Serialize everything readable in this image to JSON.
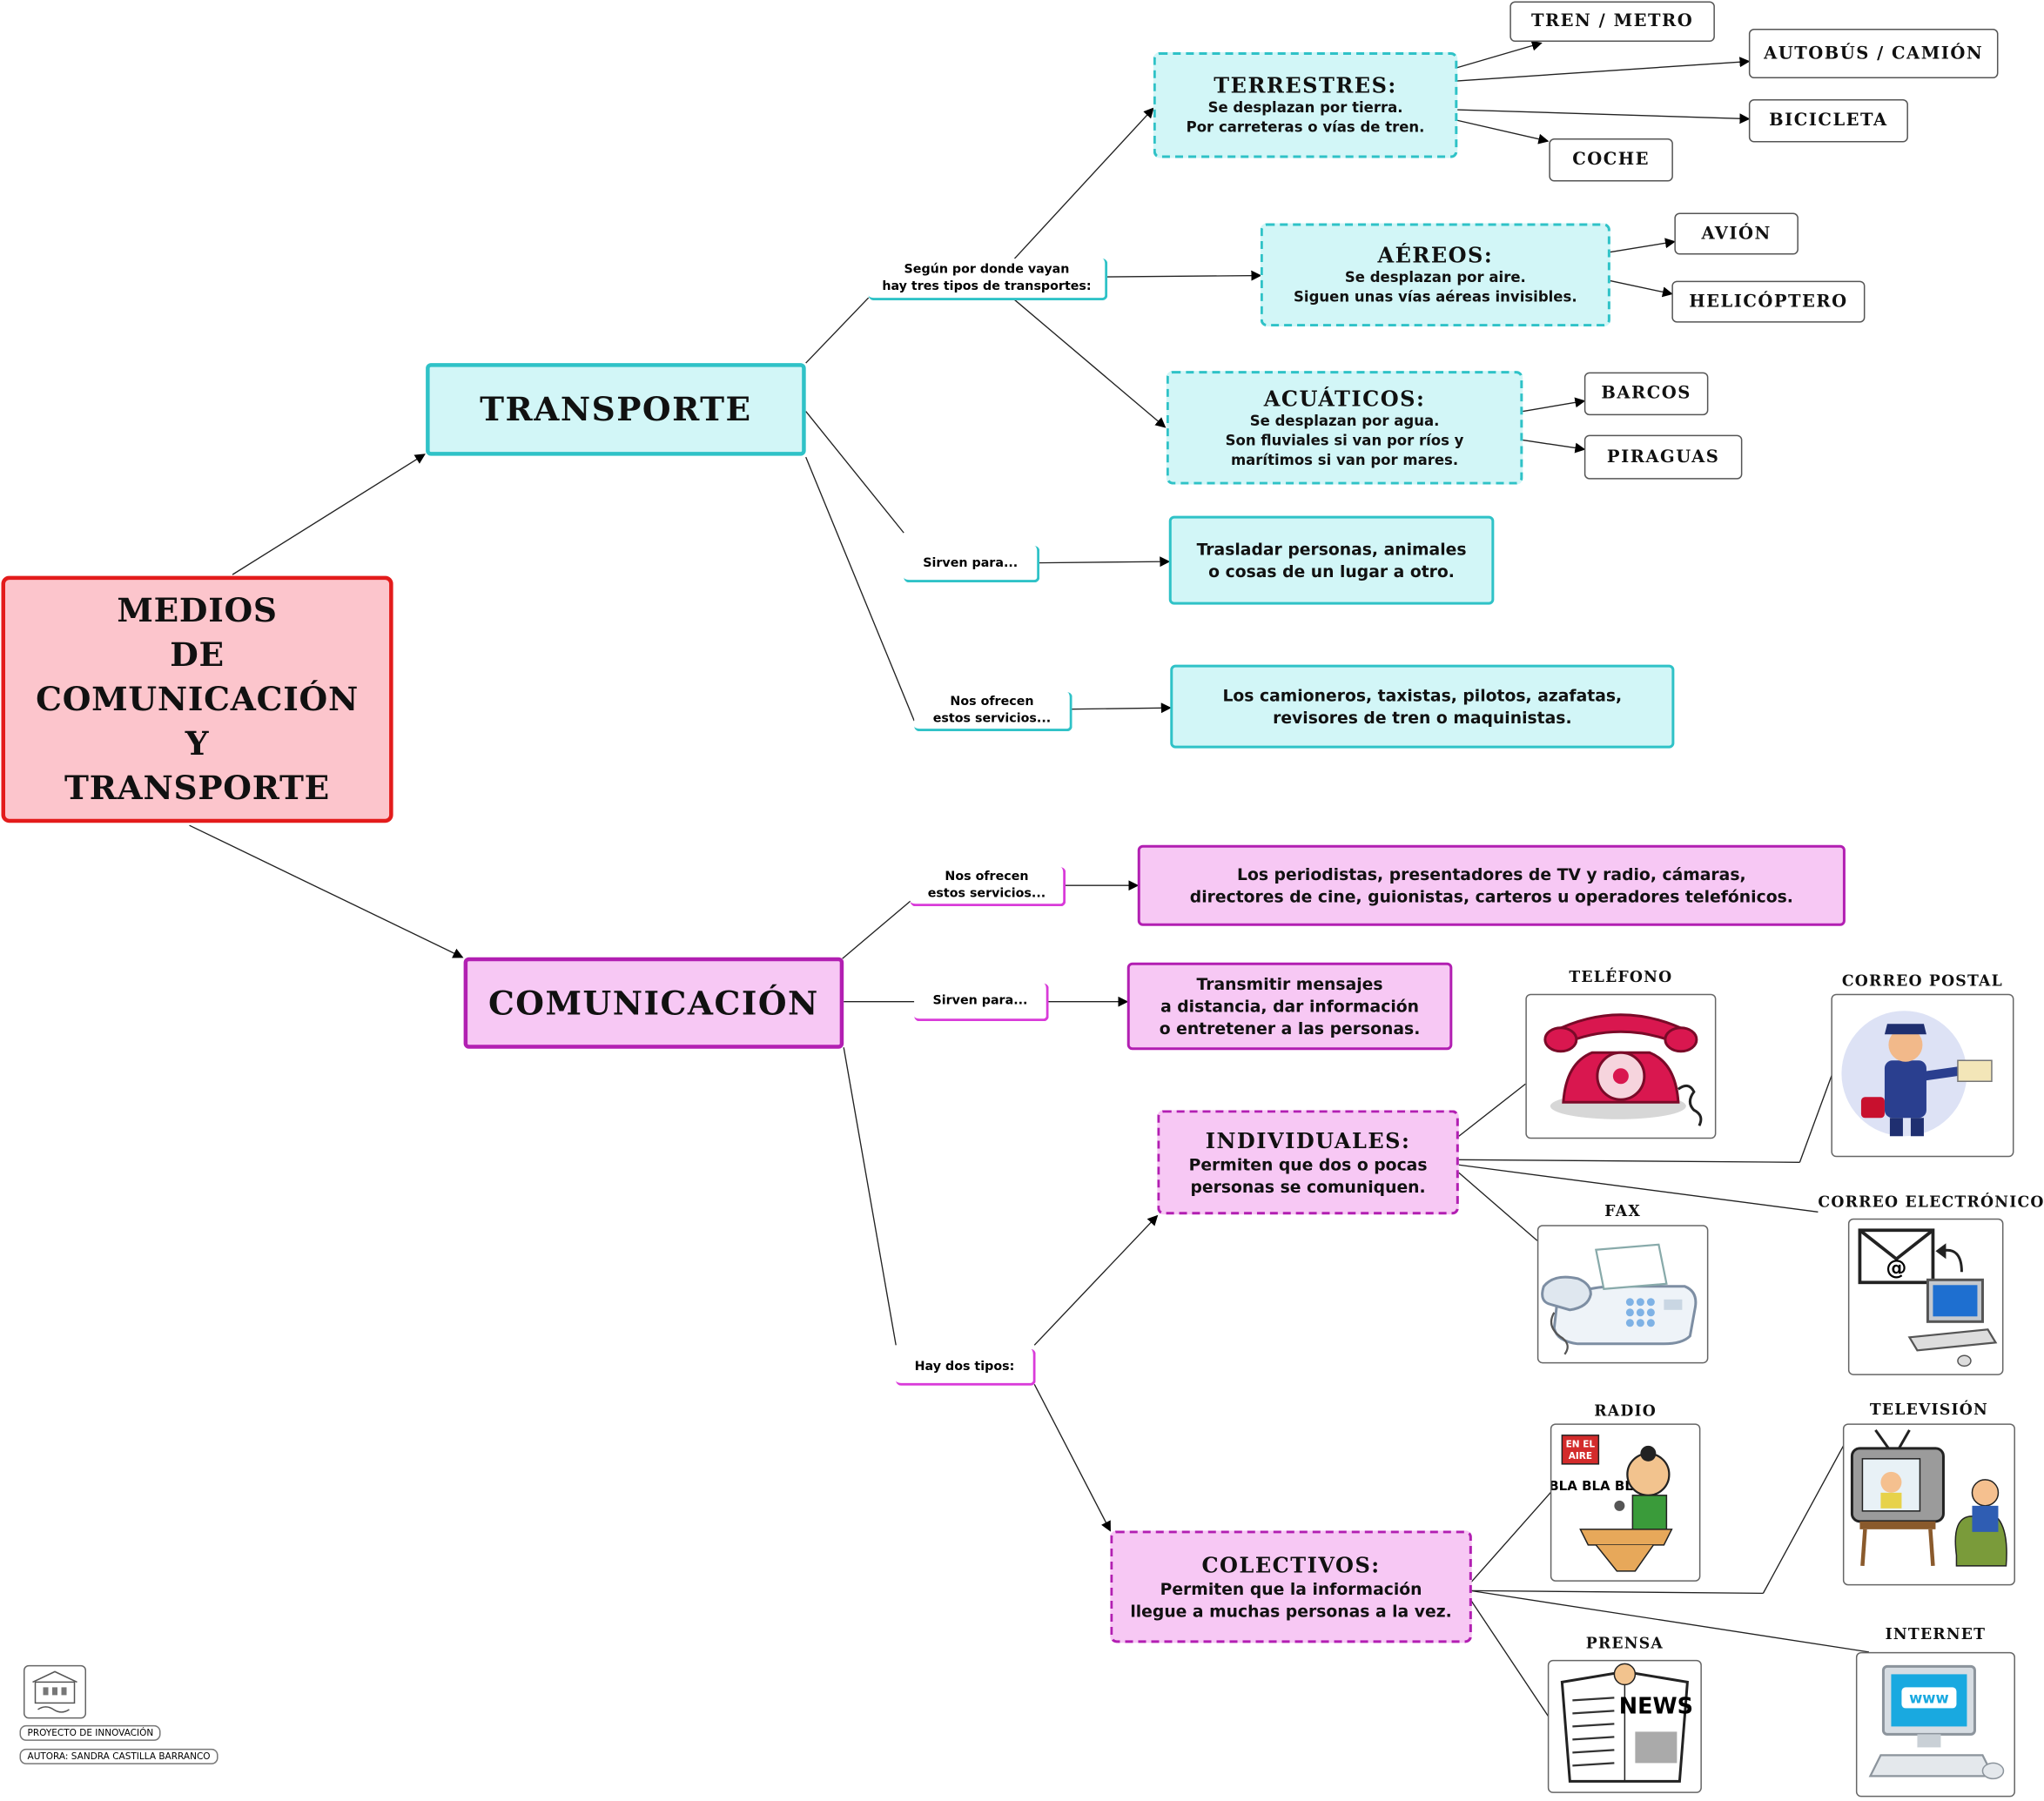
{
  "root": {
    "lines": [
      "MEDIOS",
      "DE",
      "COMUNICACIÓN",
      "Y",
      "TRANSPORTE"
    ]
  },
  "transporte": {
    "title": "TRANSPORTE",
    "connector_types": [
      "Según por donde vayan",
      "hay tres tipos de transportes:"
    ],
    "connector_sirven": "Sirven para...",
    "connector_servicios": [
      "Nos ofrecen",
      "estos servicios..."
    ],
    "terrestres": {
      "head": "TERRESTRES:",
      "lines": [
        "Se desplazan por tierra.",
        "Por carreteras o vías de tren."
      ],
      "items": [
        "TREN / METRO",
        "AUTOBÚS / CAMIÓN",
        "BICICLETA",
        "COCHE"
      ]
    },
    "aereos": {
      "head": "AÉREOS:",
      "lines": [
        "Se desplazan por aire.",
        "Siguen unas vías aéreas invisibles."
      ],
      "items": [
        "AVIÓN",
        "HELICÓPTERO"
      ]
    },
    "acuaticos": {
      "head": "ACUÁTICOS:",
      "lines": [
        "Se desplazan por agua.",
        "Son fluviales si van por ríos y",
        "marítimos si van por mares."
      ],
      "items": [
        "BARCOS",
        "PIRAGUAS"
      ]
    },
    "sirven_text": [
      "Trasladar personas, animales",
      "o cosas de un lugar a otro."
    ],
    "servicios_text": [
      "Los camioneros, taxistas, pilotos, azafatas,",
      "revisores de tren o maquinistas."
    ]
  },
  "comunicacion": {
    "title": "COMUNICACIÓN",
    "connector_servicios": [
      "Nos ofrecen",
      "estos servicios..."
    ],
    "connector_sirven": "Sirven para...",
    "connector_tipos": "Hay dos tipos:",
    "servicios_text": [
      "Los periodistas, presentadores de TV y radio, cámaras,",
      "directores de cine, guionistas, carteros u operadores telefónicos."
    ],
    "sirven_text": [
      "Transmitir mensajes",
      "a distancia, dar información",
      "o entretener a las personas."
    ],
    "individuales": {
      "head": "INDIVIDUALES:",
      "lines": [
        "Permiten que dos o pocas",
        "personas se comuniquen."
      ]
    },
    "colectivos": {
      "head": "COLECTIVOS:",
      "lines": [
        "Permiten que la información",
        "llegue a muchas personas a la vez."
      ]
    },
    "images": {
      "telefono": "TELÉFONO",
      "correo_postal": "CORREO POSTAL",
      "fax": "FAX",
      "correo_electronico": "CORREO ELECTRÓNICO",
      "radio": "RADIO",
      "television": "TELEVISIÓN",
      "prensa": "PRENSA",
      "internet": "INTERNET"
    },
    "image_text": {
      "radio_sign": [
        "EN EL",
        "AIRE"
      ],
      "radio_speech": "BLA BLA BLA",
      "news": "NEWS",
      "www": "www",
      "email_at": "@"
    }
  },
  "footer": {
    "project": "PROYECTO DE INNOVACIÓN",
    "author": "AUTORA: SANDRA CASTILLA BARRANCO"
  },
  "colors": {
    "cyan_border": "#2fc2c7",
    "cyan_fill": "#d2f6f7",
    "pink_border": "#b21fb2",
    "pink_fill": "#f7c8f4",
    "root_border": "#e31b1b",
    "root_fill": "#fcc5cc"
  }
}
